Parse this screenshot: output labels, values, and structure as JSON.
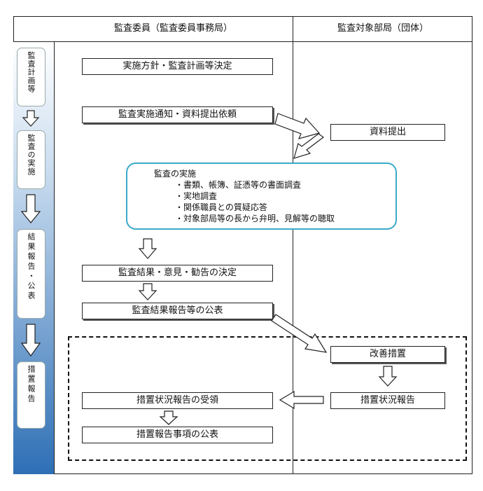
{
  "header": {
    "left_title": "監査委員（監査委員事務局）",
    "right_title": "監査対象部局（団体）"
  },
  "stages": [
    {
      "label": "監査計画等"
    },
    {
      "label": "監査の実施"
    },
    {
      "label": "結果報告・公表"
    },
    {
      "label": "措置報告"
    }
  ],
  "boxes": {
    "plan": "実施方針・監査計画等決定",
    "notice": "監査実施通知・資料提出依頼",
    "submit": "資料提出",
    "decision": "監査結果・意見・勧告の決定",
    "publish": "監査結果報告等の公表",
    "improve": "改善措置",
    "report": "措置状況報告",
    "receive": "措置状況報告の受領",
    "publish_action": "措置報告事項の公表"
  },
  "callout": {
    "title": "監査の実施",
    "items": [
      "・書類、帳簿、証憑等の書面調査",
      "・実地調査",
      "・関係職員との質疑応答",
      "・対象部局等の長から弁明、見解等の聴取"
    ]
  },
  "colors": {
    "sidebar_top": "#ffffff",
    "sidebar_bottom": "#2e6fb5",
    "callout_border": "#3aaac9",
    "line": "#222222"
  }
}
